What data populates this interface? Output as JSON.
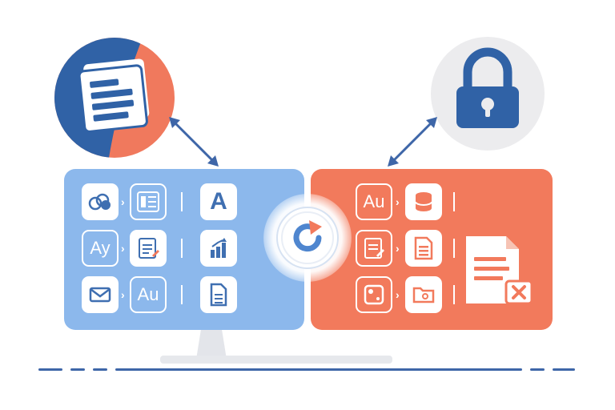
{
  "colors": {
    "accent_blue": "#3e66a8",
    "panel_blue": "#8cb8ec",
    "panel_red": "#f27a5c",
    "circle_orange": "#f0795d",
    "lock_bg": "#ececee"
  },
  "icons": {
    "top_left": "document-stack-icon",
    "top_right": "padlock-icon",
    "center": "sync-refresh-icon"
  },
  "left_panel": {
    "tiles": [
      {
        "icon": "cloud-icon"
      },
      {
        "icon": "document-list-icon"
      },
      {
        "icon": "letter-a-icon",
        "text": "A"
      },
      {
        "icon": "text-ay-icon",
        "text": "Ay"
      },
      {
        "icon": "edit-document-icon"
      },
      {
        "icon": "bar-chart-icon"
      },
      {
        "icon": "mail-icon"
      },
      {
        "icon": "text-au-icon",
        "text": "Au"
      },
      {
        "icon": "file-icon"
      }
    ]
  },
  "right_panel": {
    "tiles": [
      {
        "icon": "text-au-icon",
        "text": "Au"
      },
      {
        "icon": "database-icon"
      },
      {
        "icon": "edit-document-icon"
      },
      {
        "icon": "document-list-icon"
      },
      {
        "icon": "image-icon"
      },
      {
        "icon": "folder-icon"
      },
      {
        "icon": "document-error-icon"
      }
    ]
  }
}
